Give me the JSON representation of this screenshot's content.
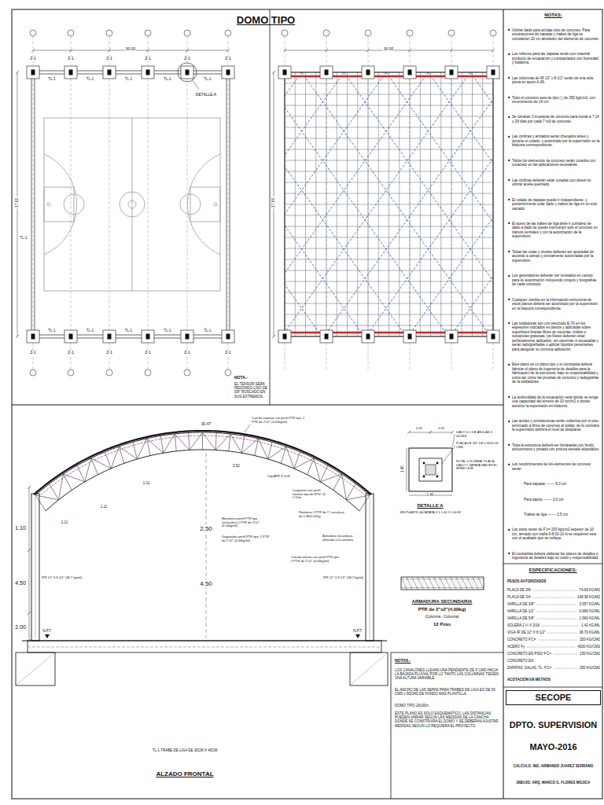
{
  "diagram": {
    "title": "DOMO TIPO",
    "nodes": [
      {
        "text": [
          "NOTAS:",
          "Utilizar dado para anclaje piso de concreto. Para excavaciones de zapatas y trabes de liga se consideran 10 cm alrededor del elemento de concreto",
          "Los rellenos para las zapatas serán con material producto de excavación y compactados con humedad y bailarina.",
          "Las columnas de IR 12\" x 8 1/2\" serán de una sola pieza en acero A-36.",
          "Todo el concreto sera de tipo ( ) de 250 kg/cm2. con revenimiento de 14 cm.",
          "Se tomaran 3 muestras de concreto para tronar a 7,14 y 28 días por cada 7 m3 de concreto.",
          "Las cimbras y armados serán checados antes y durante el colado, y autorizado por la supervisión en la bitácora correspondiente.",
          "Todos los elementos de concreto serán curados con curacreto en las aplicaciones necesarias.",
          "Las cimbras deberán estar curadas con diesel no utilizar aceite quemado.",
          "El colado de zapatas puede ir independiente, y posteriormente colar dado y trabes de liga en un solo vaciado.",
          "El acero de las trabes de liga debe ir completo de dado a dado se puede interrumpir solo el concreto en tramos centrales y con la autorización de la supervisión.",
          "Todas las cotas y niveles deberán ser ajustadas de acuerdo a campo y previamente autorizadas por la supervisión.",
          "Los generadores deberán ser revisados en campo para su autorización incluyendo croquis y fotografías de cada concepto.",
          "Cualquier cambio en la información estructural de estos planos deberá ser autorizado por la supervisión en la bitácora correspondiente.",
          "Las soldaduras son con electrodo E-70 en los espesores indicados en planos y aplicadas sobre superficies limpias libres de escorias, óxidos o sustancias grasosas, los filetes deberán estar perfectamente aplicados, sin cavernas ni socavadas y serán radiografiadas o aplicar líquidos penetrantes para asegurar su correcta aplicación.",
          "Este plano es un plano tipo y el contratista deberá fabricar el plano de ingeniería de detalles para la fabricación de la estructura, bajo su responsabilidad y costo así como las pruebas de concreto y radiografías de la soldaduras.",
          "La profundidad de la excavación será donde se tenga una capacidad del terreno de 10 ton/m2 o donde autorice la supervisión en bitácora.",
          "Las anclas y contratuercas serán cubiertos por el piso terminado a firme de concreto al soldar, de lo contrario la supervisión definirá el nivel de desplante.",
          "Toda la estructura deberá ser fondeadas con fondo anticorrosivo y pintado con pintura esmalte alquidálico.",
          "Los recubrimientos de los elementos de concreto serán",
          "Para zapatas ------- 5.0 cm",
          "Para dados ------- 3.0 cm",
          "Trabes de liga ------- 2.5 cm",
          "Los pisos serán de F'c= 150 kg/cm2 espesor de 10 cm, armado con malla 6-6/10-10 si se requieren este con el acabado que se indique.",
          "El contratista deberá elaborar los planos de detalles o ingeniería de detalles bajo su costo y responsabilidad."
        ]
      },
      {
        "text": [
          "SECOPE"
        ]
      },
      {
        "text": [
          "DPTO. SUPERVISION",
          "MAYO-2016",
          "CALCULO: ING. ARMANDO JUAREZ SERRANO",
          "DIBUJO: ARQ. MARCO G. FLORES MOJICA"
        ]
      }
    ],
    "labels": [
      "30.00",
      "17.00",
      "Z-1",
      "Z-1",
      "Z-1",
      "Z-1",
      "Z-1",
      "Z-1",
      "TL-1",
      "TL-1",
      "TL-1",
      "TL-1",
      "TL-1",
      "TL-1",
      "TL-1",
      "TL-1",
      "TL-1",
      "TL-1",
      "Z-1",
      "Z-1",
      "Z-1",
      "Z-1",
      "Z-1",
      "Z-1",
      "TL-1",
      "DETALLE A",
      "NOTA.-",
      "EL TENSOR SERA REDONDO LISO DE 5/8\" ROSCADO EN SUS EXTREMOS",
      "30.00",
      "17.00",
      "30.47",
      "0.52",
      "2.50",
      "4.50",
      "1.10",
      "4.50",
      "2.00",
      "N.P.T.",
      "N.P.T.",
      "IPR 12\" X 8 1/2\" (38.7 kg/ml)",
      "IPR 12\" X 8 1/2\" (38.7 kg/ml)",
      "ALZADO FRONTAL",
      "TL-1 TRABE DE LIGA DE 30CM X 40CM",
      "Cuerda superior con perfil PTR tipo: 2 PTR de 2\"x2\" (4.00kg/ml)",
      "Clip APR 3\"x1/4\"",
      "Largueros con perfil monten tipo de MT4\" @ 1.10m",
      "Flambres 1 PTR de 1\" con placa de 0.38x0.05kg",
      "Montantes perfil PTR tipo (verticales) 1 PTR de 2\"x2\" (4.00kg/ml)",
      "Diagonales perfil PTR tipo: 1 PTR de 2\"x2\" (4.00kg/ml)",
      "Cuerda inferior con perfil PTR tipo: 2 PTR de 2\"x2\" (4.00kg/ml)",
      "Armadura secundaria alineada a la columna",
      "1.11",
      "1.11",
      "1.11",
      "DADO D-1 DE ANCLAS X 40CMS",
      "PLACA DE 3/4\" DE 0.30X0.30 CMS",
      "0.45",
      "0.45",
      "NOTA: COLUMNA, PLACA, DADO Y ZAPATA VAN EN EL MISMO EJE",
      "1.40",
      "1.40",
      "DETALLE A",
      "SIN PLANTILLA ZAPATA Z-1 1.40 X 1.40 M",
      "ARMADURA SECUNDARIA",
      "PTR de 2\"x2\"(4.00kg)",
      "(Columna - Columna)",
      "12 Pzas",
      "NOTAS.-",
      "LOS CANALONES LLEVAN UNA PENDIENTE DE 5 CMS HACIA LA BAJADA PLUVIAL POR LO TANTO LAS COLUMNAS TIENEN UNA ALTURA VARIABLE.",
      "EL ANCHO DE LAS SEPAS PARA TRABES DE LIGA ES DE 50 CMS x 50CMS DE FONDO MAS PLANTILLA.",
      "DOMO TIPO 20x30m",
      "ESTE PLANO ES SOLO ESQUEMATICO, LAS DISTANCIAS PUEDEN VARIAR SEGUN LAS MEDIDAS DE LA CANCHA DONDE SE CONSTRUIRA EL DOMO Y SE DEBERAN AJUSTAR MEDIDAS SEGUN LO REQUIERA EL PROYECTO",
      "ESPECIFICACIONES:",
      "PESOS AUTORIZADOS",
      "PLACA DE 3/8",
      "74.69 KG/M2",
      "PLACA DE 3/4",
      "149.38 KG/M2",
      "VARILLA DE 3/8\"",
      "0.557 KG/ML",
      "VARILLA DE 1/2\"",
      "0.996 KG/ML",
      "VARILLA DE 5/8\"",
      "1.560 KG/ML",
      "SOLERA 1 ¼ X 3/16",
      "1.42 KG/ML",
      "VIGA IR DE 12\" X 8 1/2\"",
      "38.70 KG/ML",
      "CONCRETO F'C=",
      "250 KG/CM2",
      "ACERO Fy",
      "4200 KG/CM2",
      "CONCRETO EN PISO F'C=",
      "150 KG/CM2",
      "CONCRETO EN",
      "ZAPATAS, DALAS, TL. F'C=",
      "250 KG/CM2",
      "ACOTACION EN METROS"
    ]
  }
}
